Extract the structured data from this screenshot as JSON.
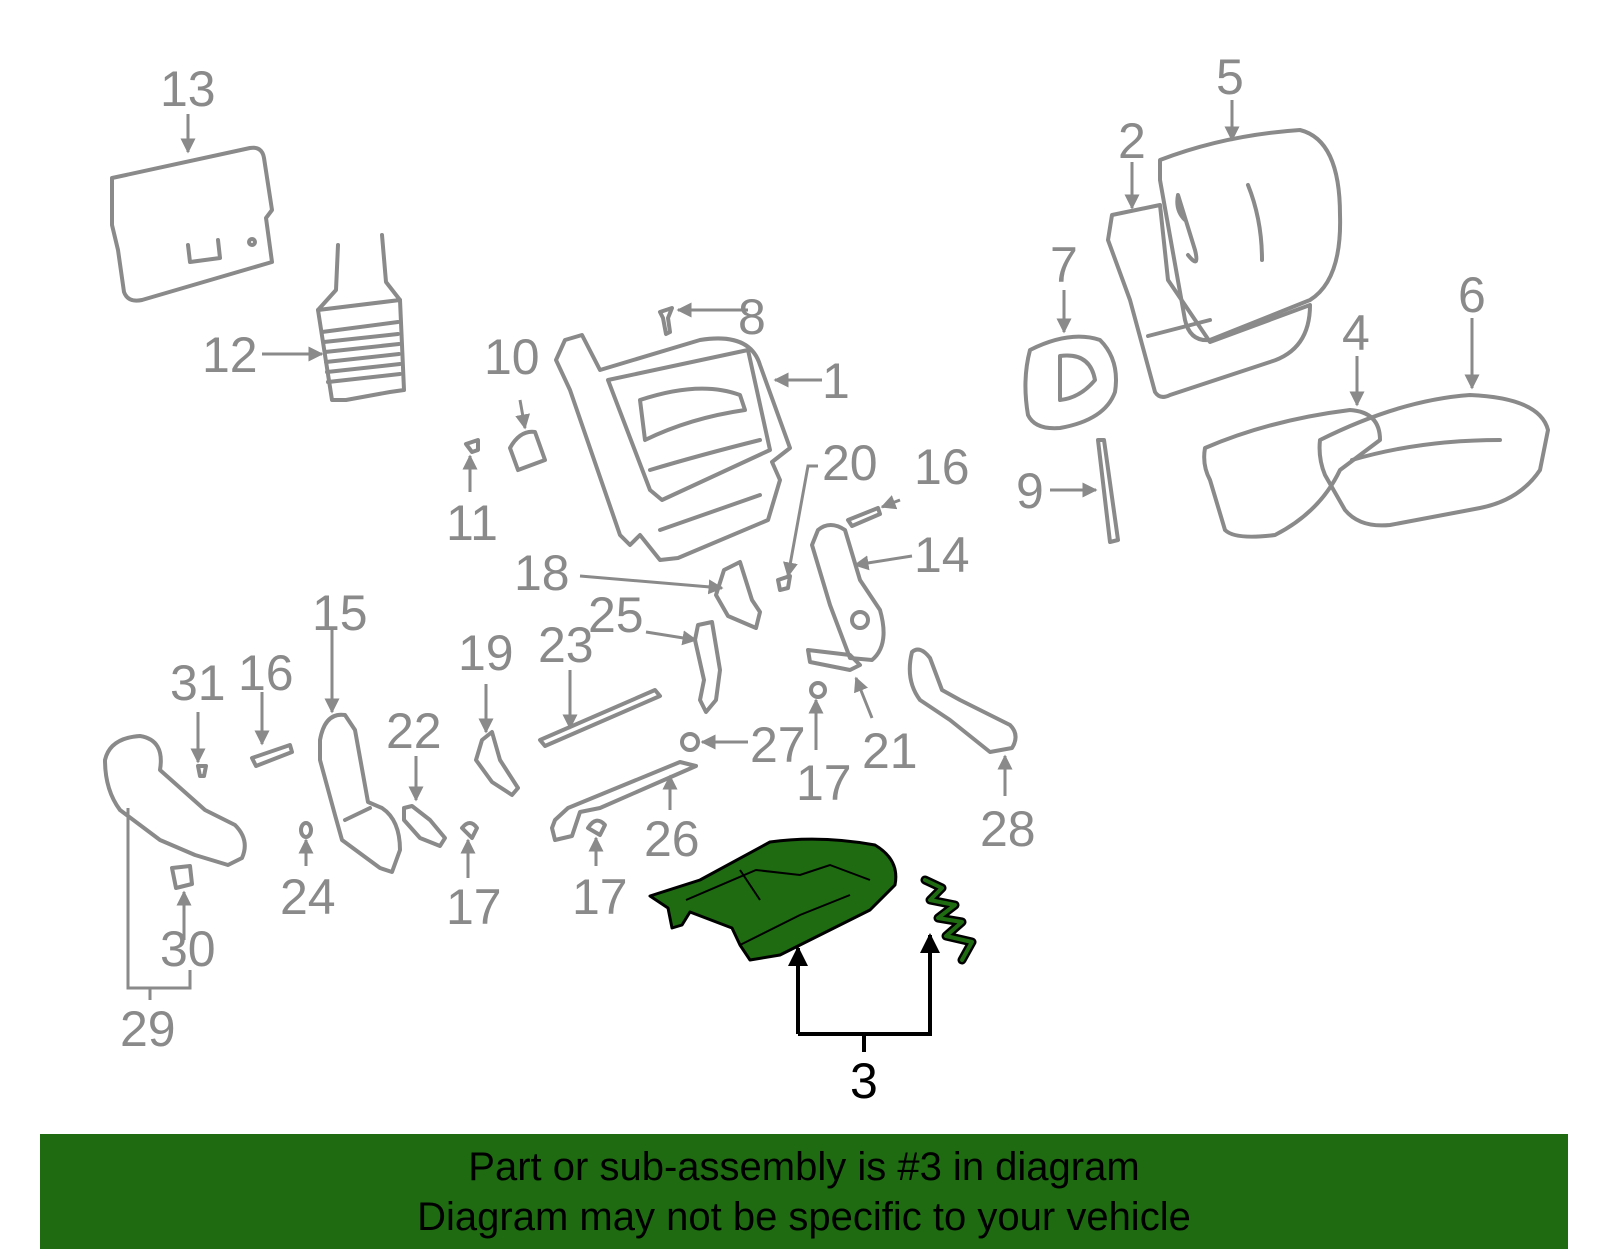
{
  "colors": {
    "part_stroke": "#8a8a8a",
    "label_gray": "#8a8a8a",
    "highlight_fill": "#1e6b12",
    "highlight_label": "#000000",
    "banner_bg": "#1e6b12"
  },
  "callouts": {
    "c1": "1",
    "c2": "2",
    "c3": "3",
    "c4": "4",
    "c5": "5",
    "c6": "6",
    "c7": "7",
    "c8": "8",
    "c9": "9",
    "c10": "10",
    "c11": "11",
    "c12": "12",
    "c13": "13",
    "c14": "14",
    "c15": "15",
    "c16a": "16",
    "c16b": "16",
    "c17a": "17",
    "c17b": "17",
    "c17c": "17",
    "c18": "18",
    "c19": "19",
    "c20": "20",
    "c21": "21",
    "c22": "22",
    "c23": "23",
    "c24": "24",
    "c25": "25",
    "c26": "26",
    "c27": "27",
    "c28": "28",
    "c29": "29",
    "c30": "30",
    "c31": "31"
  },
  "banner": {
    "line1": "Part or sub-assembly is #3 in diagram",
    "line2": "Diagram may not be specific to your vehicle"
  }
}
